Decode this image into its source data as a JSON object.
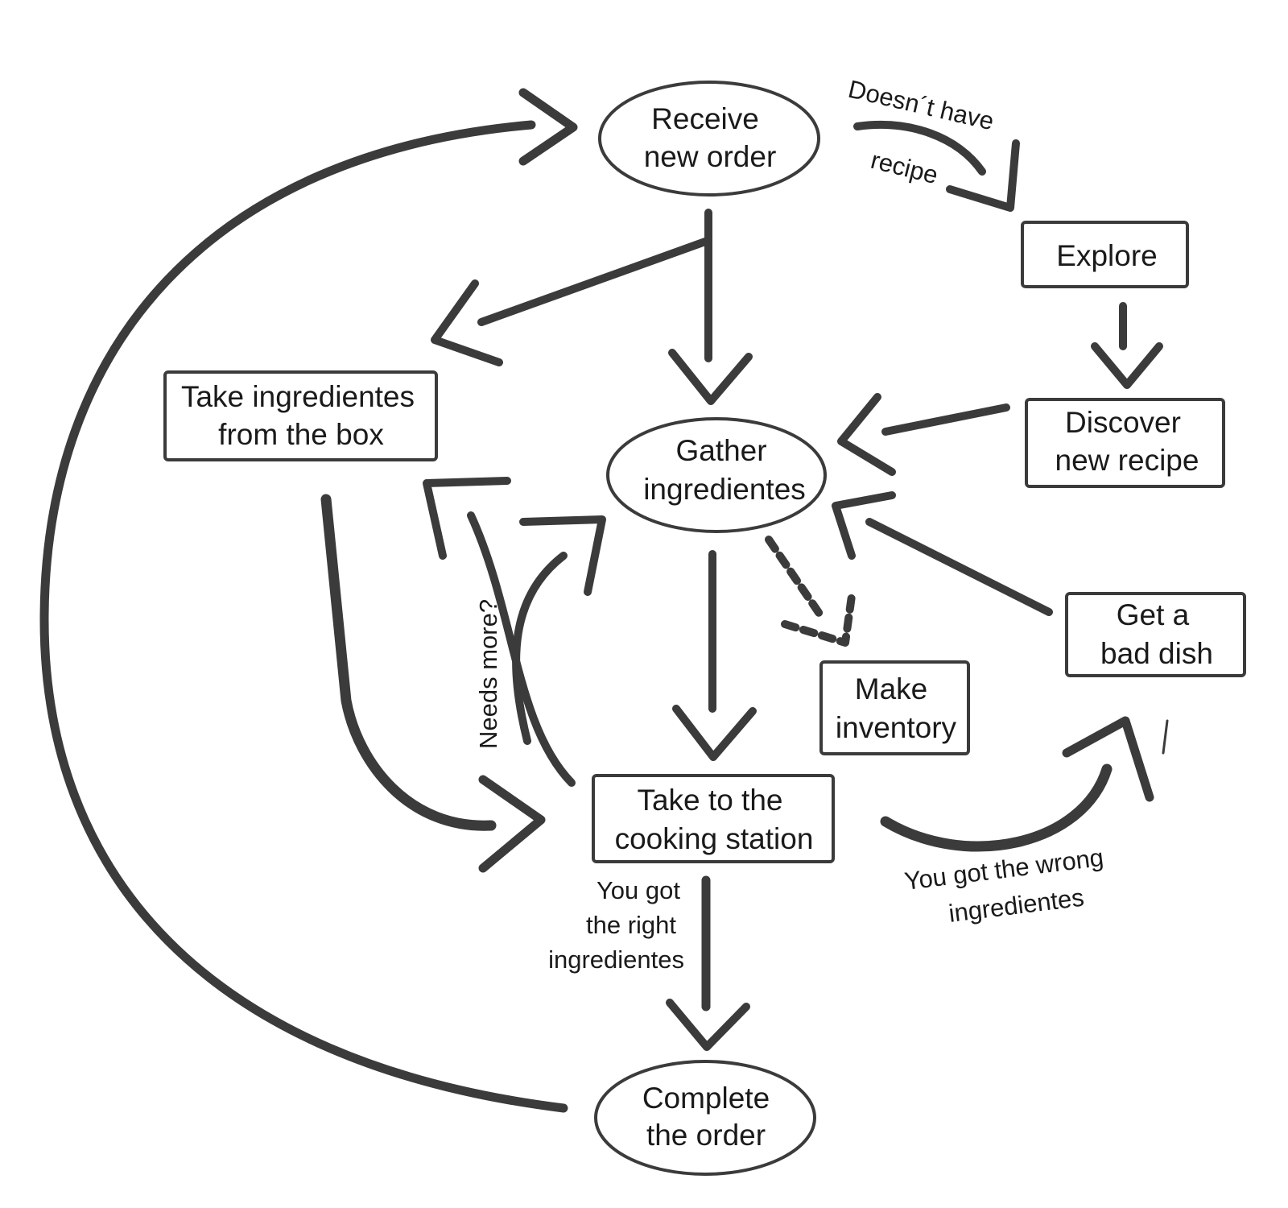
{
  "colors": {
    "ink": "#3b3b3b",
    "text": "#1a1a1a",
    "background": "#ffffff"
  },
  "nodes": {
    "receive_order": {
      "line1": "Receive",
      "line2": "new order"
    },
    "explore": {
      "line1": "Explore"
    },
    "discover_recipe": {
      "line1": "Discover",
      "line2": "new recipe"
    },
    "take_ingredientes": {
      "line1": "Take ingredientes",
      "line2": "from the box"
    },
    "gather_ingredientes": {
      "line1": "Gather",
      "line2": "ingredientes"
    },
    "make_inventory": {
      "line1": "Make",
      "line2": "inventory"
    },
    "bad_dish": {
      "line1": "Get a",
      "line2": "bad dish"
    },
    "cooking_station": {
      "line1": "Take to the",
      "line2": "cooking station"
    },
    "complete_order": {
      "line1": "Complete",
      "line2": "the order"
    }
  },
  "edge_labels": {
    "no_recipe": {
      "line1": "Doesn´t have",
      "line2": "recipe"
    },
    "needs_more": "Needs more?",
    "right_ingredientes": {
      "line1": "You got",
      "line2": "the right",
      "line3": "ingredientes"
    },
    "wrong_ingredientes": {
      "line1": "You got the wrong",
      "line2": "ingredientes"
    }
  }
}
